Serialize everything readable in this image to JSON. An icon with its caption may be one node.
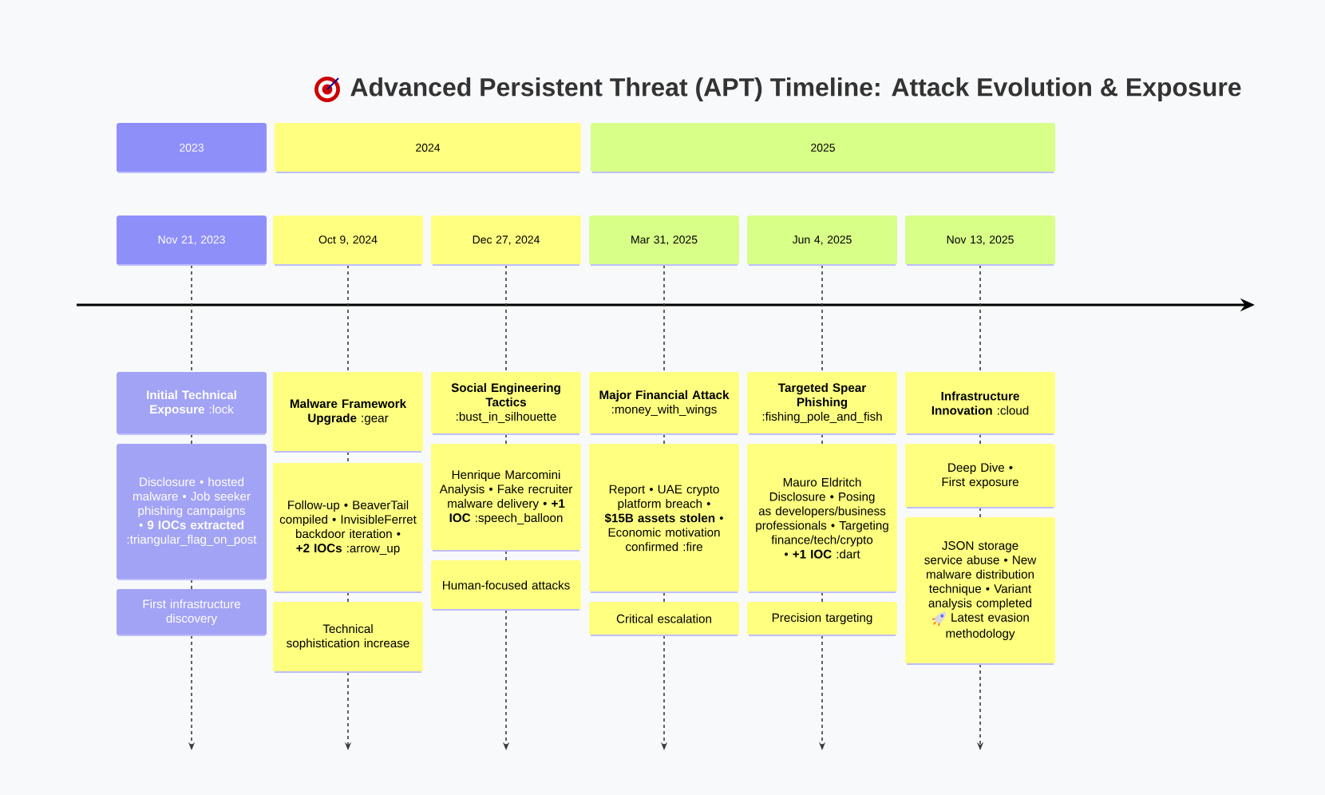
{
  "diagram": {
    "title": "Advanced Persistent Threat (APT) Timeline: Attack Evolution & Exposure",
    "nodes": [
      {
        "text": [
          "2023"
        ]
      },
      {
        "text": [
          "2024"
        ]
      },
      {
        "text": [
          "2025"
        ]
      },
      {
        "text": [
          "Nov 21, 2023"
        ]
      },
      {
        "text": [
          "Oct 9, 2024"
        ]
      },
      {
        "text": [
          "Dec 27, 2024"
        ]
      },
      {
        "text": [
          "Mar 31, 2025"
        ]
      },
      {
        "text": [
          "Jun 4, 2025"
        ]
      },
      {
        "text": [
          "Nov 13, 2025"
        ]
      },
      {
        "text": [
          "**Initial Technical Exposure** :lock"
        ]
      },
      {
        "text": [
          "Disclosure • hosted malware • Job seeker phishing campaigns • **9 IOCs extracted** :triangular_flag_on_post"
        ]
      },
      {
        "text": [
          "First infrastructure discovery"
        ]
      },
      {
        "text": [
          "**Malware Framework Upgrade** :gear"
        ]
      },
      {
        "text": [
          "Follow-up • BeaverTail compiled • InvisibleFerret backdoor iteration • **+2 IOCs** :arrow_up"
        ]
      },
      {
        "text": [
          "Technical sophistication increase"
        ]
      },
      {
        "text": [
          "**Social Engineering Tactics** :bust_in_silhouette"
        ]
      },
      {
        "text": [
          "Henrique Marcomini Analysis • Fake recruiter malware delivery • **+1 IOC** :speech_balloon"
        ]
      },
      {
        "text": [
          "Human-focused attacks"
        ]
      },
      {
        "text": [
          "**Major Financial Attack** :money_with_wings"
        ]
      },
      {
        "text": [
          "Report • UAE crypto platform breach • **$15B assets stolen** • Economic motivation confirmed :fire"
        ]
      },
      {
        "text": [
          "Critical escalation"
        ]
      },
      {
        "text": [
          "**Targeted Spear Phishing** :fishing_pole_and_fish"
        ]
      },
      {
        "text": [
          "Mauro Eldritch Disclosure • Posing as developers/business professionals • Targeting finance/tech/crypto • **+1 IOC** :dart"
        ]
      },
      {
        "text": [
          "Precision targeting"
        ]
      },
      {
        "text": [
          "**Infrastructure Innovation** :cloud"
        ]
      },
      {
        "text": [
          "Deep Dive • First exposure"
        ]
      },
      {
        "text": [
          "JSON storage service abuse • New malware distribution technique • Variant analysis completed",
          "Latest evasion methodology"
        ]
      }
    ],
    "edges": [
      {
        "from": 3,
        "to": 9,
        "arrow": "none"
      },
      {
        "from": 9,
        "to": 10,
        "arrow": "none"
      },
      {
        "from": 10,
        "to": 11,
        "arrow": "none"
      },
      {
        "from": 11,
        "to": null,
        "arrow": "to"
      },
      {
        "from": 4,
        "to": 12,
        "arrow": "none"
      },
      {
        "from": 12,
        "to": 13,
        "arrow": "none"
      },
      {
        "from": 13,
        "to": 14,
        "arrow": "none"
      },
      {
        "from": 14,
        "to": null,
        "arrow": "to"
      },
      {
        "from": 5,
        "to": 15,
        "arrow": "none"
      },
      {
        "from": 15,
        "to": 16,
        "arrow": "none"
      },
      {
        "from": 16,
        "to": 17,
        "arrow": "none"
      },
      {
        "from": 17,
        "to": null,
        "arrow": "to"
      },
      {
        "from": 6,
        "to": 18,
        "arrow": "none"
      },
      {
        "from": 18,
        "to": 19,
        "arrow": "none"
      },
      {
        "from": 19,
        "to": 20,
        "arrow": "none"
      },
      {
        "from": 20,
        "to": null,
        "arrow": "to"
      },
      {
        "from": 7,
        "to": 21,
        "arrow": "none"
      },
      {
        "from": 21,
        "to": 22,
        "arrow": "none"
      },
      {
        "from": 22,
        "to": 23,
        "arrow": "none"
      },
      {
        "from": 23,
        "to": null,
        "arrow": "to"
      },
      {
        "from": 8,
        "to": 24,
        "arrow": "none"
      },
      {
        "from": 24,
        "to": 25,
        "arrow": "none"
      },
      {
        "from": 25,
        "to": 26,
        "arrow": "none"
      },
      {
        "from": 26,
        "to": null,
        "arrow": "to"
      }
    ]
  }
}
